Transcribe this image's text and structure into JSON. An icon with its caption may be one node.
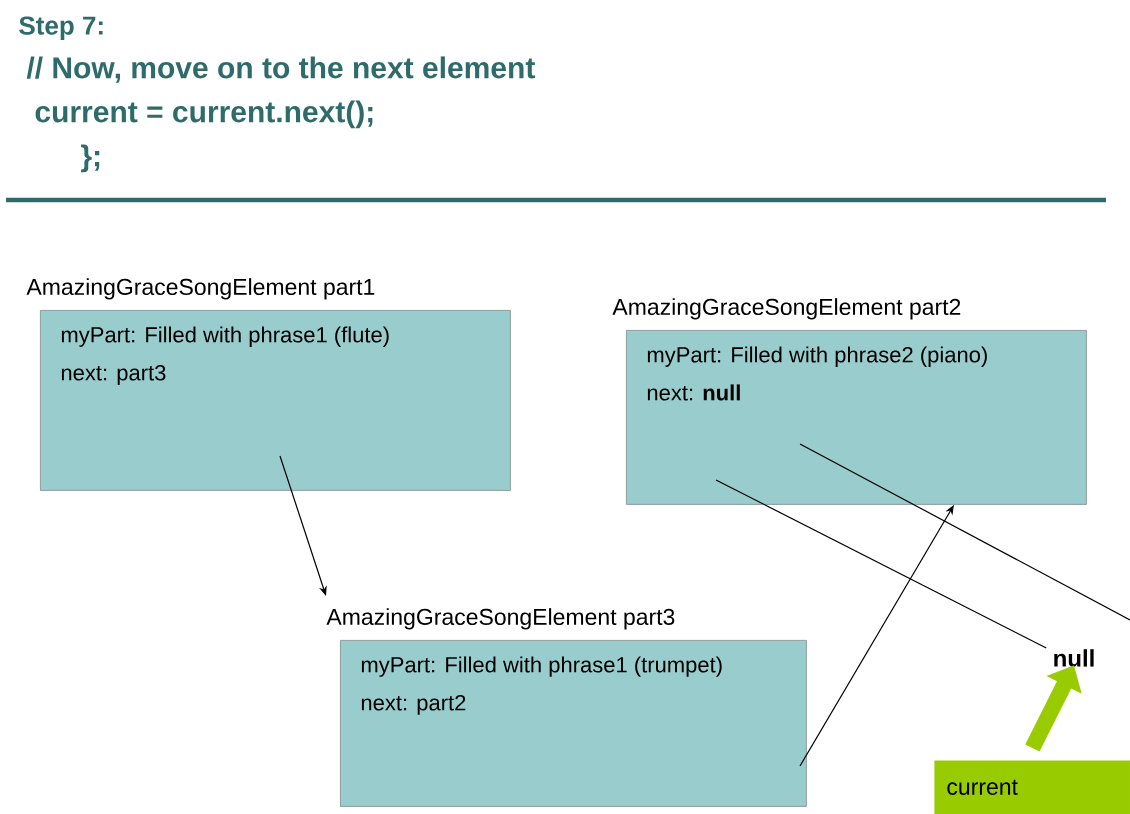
{
  "diagram": {
    "title": "Step 7:",
    "nodes": [
      {
        "text": [
          "AmazingGraceSongElement part1",
          "myPart: Filled with phrase1 (flute)",
          "next: part3"
        ]
      },
      {
        "text": [
          "AmazingGraceSongElement part2",
          "myPart: Filled with phrase2 (piano)",
          "next: **null**"
        ]
      },
      {
        "text": [
          "AmazingGraceSongElement part3",
          "myPart: Filled with phrase1 (trumpet)",
          "next: part2"
        ]
      },
      {
        "text": [
          "null"
        ]
      },
      {
        "text": [
          "current"
        ]
      }
    ],
    "edges": [
      {
        "from": 0,
        "to": 2,
        "arrow": "to"
      },
      {
        "from": 2,
        "to": 1,
        "arrow": "to"
      },
      {
        "from": 1,
        "to": 3,
        "arrow": "none"
      },
      {
        "from": 1,
        "to": null,
        "arrow": "none"
      },
      {
        "from": 4,
        "to": 3,
        "arrow": "to",
        "style": "thick",
        "color": "#99cc00"
      }
    ],
    "labels": [
      "// Now, move on to the next element",
      "current = current.next();",
      "};"
    ]
  }
}
